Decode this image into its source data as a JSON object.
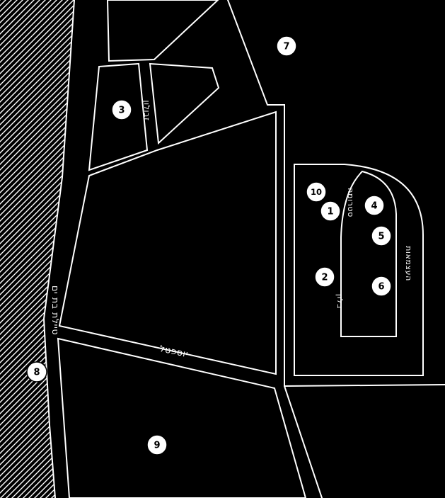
{
  "map": {
    "colors": {
      "background": "#000000",
      "lines": "#ffffff",
      "marker_fill": "#ffffff",
      "marker_text": "#000000"
    },
    "markers": [
      {
        "label": "1"
      },
      {
        "label": "2"
      },
      {
        "label": "3"
      },
      {
        "label": "4"
      },
      {
        "label": "5"
      },
      {
        "label": "6"
      },
      {
        "label": "7"
      },
      {
        "label": "8"
      },
      {
        "label": "9"
      },
      {
        "label": "10"
      }
    ],
    "street_labels": {
      "promenade": "טיילת בת ים",
      "zvulun": "זבולון",
      "yoseftal": "יוספטל",
      "struma": "סטרומה",
      "haatzmaut": "העצמאות",
      "bloch": "בלוך"
    }
  }
}
